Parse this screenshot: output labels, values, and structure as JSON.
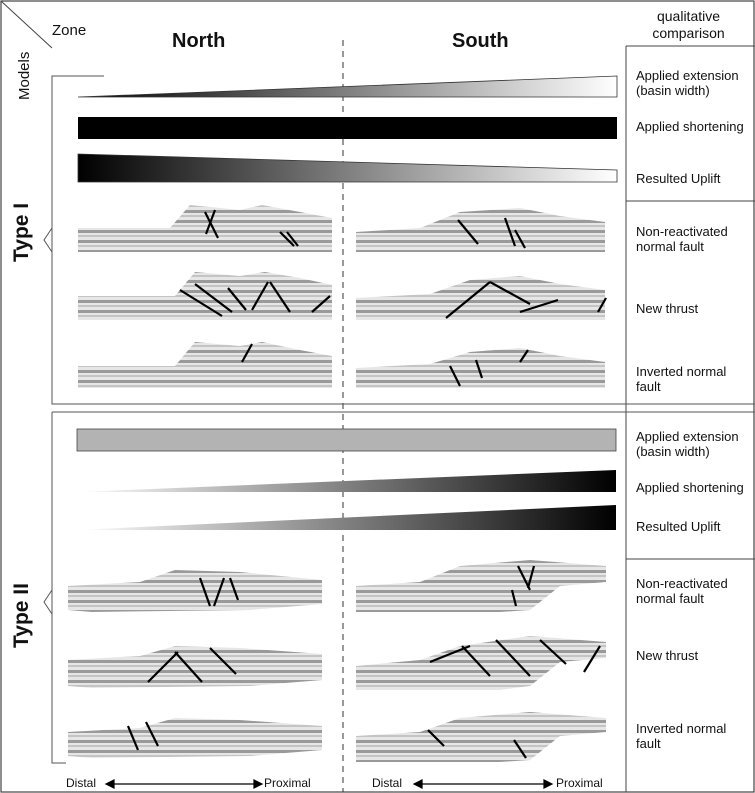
{
  "header": {
    "zone_label": "Zone",
    "models_label": "Models",
    "north": "North",
    "south": "South",
    "qualitative_line1": "qualitative",
    "qualitative_line2": "comparison"
  },
  "type1": {
    "label": "Type I",
    "rows": [
      {
        "line1": "Applied extension",
        "line2": "(basin width)"
      },
      {
        "line1": "Applied shortening",
        "line2": ""
      },
      {
        "line1": "Resulted Uplift",
        "line2": ""
      },
      {
        "line1": "Non-reactivated",
        "line2": "normal fault"
      },
      {
        "line1": "New thrust",
        "line2": ""
      },
      {
        "line1": "Inverted normal",
        "line2": "fault"
      }
    ]
  },
  "type2": {
    "label": "Type II",
    "rows": [
      {
        "line1": "Applied extension",
        "line2": "(basin width)"
      },
      {
        "line1": "Applied shortening",
        "line2": ""
      },
      {
        "line1": "Resulted Uplift",
        "line2": ""
      },
      {
        "line1": "Non-reactivated",
        "line2": "normal fault"
      },
      {
        "line1": "New thrust",
        "line2": ""
      },
      {
        "line1": "Inverted normal",
        "line2": "fault"
      }
    ]
  },
  "axis": {
    "left_distal": "Distal",
    "left_proximal": "Proximal",
    "right_distal": "Distal",
    "right_proximal": "Proximal"
  },
  "colors": {
    "bar_dark": "#000000",
    "bar_gray": "#b3b3b3",
    "line": "#333333"
  }
}
